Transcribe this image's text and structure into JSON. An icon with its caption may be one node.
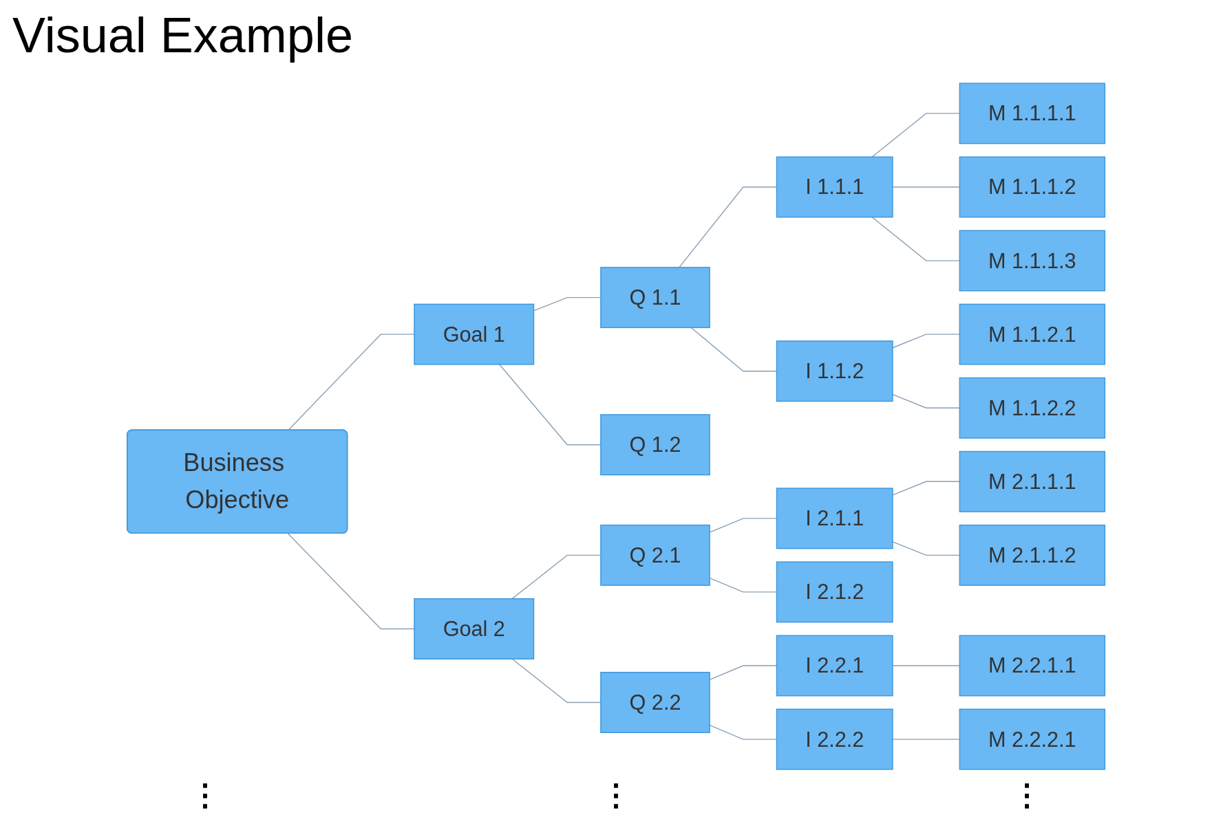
{
  "diagram": {
    "title": "Visual Example",
    "nodes": [
      {
        "text": [
          "Business Objective"
        ]
      },
      {
        "text": [
          "Goal 1"
        ]
      },
      {
        "text": [
          "Goal 2"
        ]
      },
      {
        "text": [
          "Q 1.1"
        ]
      },
      {
        "text": [
          "Q 1.2"
        ]
      },
      {
        "text": [
          "Q 2.1"
        ]
      },
      {
        "text": [
          "Q 2.2"
        ]
      },
      {
        "text": [
          "I 1.1.1"
        ]
      },
      {
        "text": [
          "I 1.1.2"
        ]
      },
      {
        "text": [
          "I 2.1.1"
        ]
      },
      {
        "text": [
          "I 2.1.2"
        ]
      },
      {
        "text": [
          "I 2.2.1"
        ]
      },
      {
        "text": [
          "I 2.2.2"
        ]
      },
      {
        "text": [
          "M 1.1.1.1"
        ]
      },
      {
        "text": [
          "M 1.1.1.2"
        ]
      },
      {
        "text": [
          "M 1.1.1.3"
        ]
      },
      {
        "text": [
          "M 1.1.2.1"
        ]
      },
      {
        "text": [
          "M 1.1.2.2"
        ]
      },
      {
        "text": [
          "M 2.1.1.1"
        ]
      },
      {
        "text": [
          "M 2.1.1.2"
        ]
      },
      {
        "text": [
          "M 2.2.1.1"
        ]
      },
      {
        "text": [
          "M 2.2.2.1"
        ]
      }
    ],
    "edges": [
      {
        "from": 0,
        "to": 1,
        "arrow": "none"
      },
      {
        "from": 0,
        "to": 2,
        "arrow": "none"
      },
      {
        "from": 1,
        "to": 3,
        "arrow": "none"
      },
      {
        "from": 1,
        "to": 4,
        "arrow": "none"
      },
      {
        "from": 2,
        "to": 5,
        "arrow": "none"
      },
      {
        "from": 2,
        "to": 6,
        "arrow": "none"
      },
      {
        "from": 3,
        "to": 7,
        "arrow": "none"
      },
      {
        "from": 3,
        "to": 8,
        "arrow": "none"
      },
      {
        "from": 5,
        "to": 9,
        "arrow": "none"
      },
      {
        "from": 5,
        "to": 10,
        "arrow": "none"
      },
      {
        "from": 6,
        "to": 11,
        "arrow": "none"
      },
      {
        "from": 6,
        "to": 12,
        "arrow": "none"
      },
      {
        "from": 7,
        "to": 13,
        "arrow": "none"
      },
      {
        "from": 7,
        "to": 14,
        "arrow": "none"
      },
      {
        "from": 7,
        "to": 15,
        "arrow": "none"
      },
      {
        "from": 8,
        "to": 16,
        "arrow": "none"
      },
      {
        "from": 8,
        "to": 17,
        "arrow": "none"
      },
      {
        "from": 9,
        "to": 18,
        "arrow": "none"
      },
      {
        "from": 9,
        "to": 19,
        "arrow": "none"
      },
      {
        "from": 11,
        "to": 20,
        "arrow": "none"
      },
      {
        "from": 12,
        "to": 21,
        "arrow": "none"
      }
    ],
    "labels": [
      "⋮",
      "⋮",
      "⋮"
    ]
  }
}
